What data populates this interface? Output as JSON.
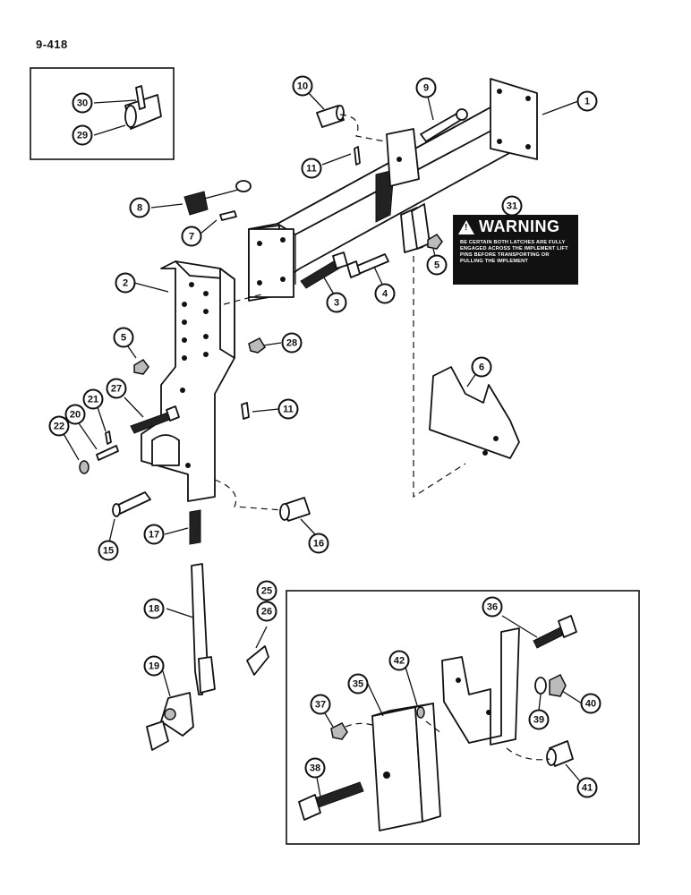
{
  "page_number": "9-418",
  "warning": {
    "title": "WARNING",
    "text": "BE CERTAIN BOTH LATCHES ARE FULLY ENGAGED ACROSS THE IMPLEMENT LIFT PINS BEFORE TRANSPORTING OR PULLING THE IMPLEMENT"
  },
  "callouts": [
    "1",
    "2",
    "3",
    "4",
    "5",
    "5",
    "6",
    "7",
    "8",
    "9",
    "10",
    "11",
    "11",
    "15",
    "16",
    "17",
    "18",
    "19",
    "20",
    "21",
    "22",
    "25",
    "26",
    "27",
    "28",
    "29",
    "30",
    "31",
    "35",
    "36",
    "37",
    "38",
    "39",
    "40",
    "41",
    "42"
  ]
}
